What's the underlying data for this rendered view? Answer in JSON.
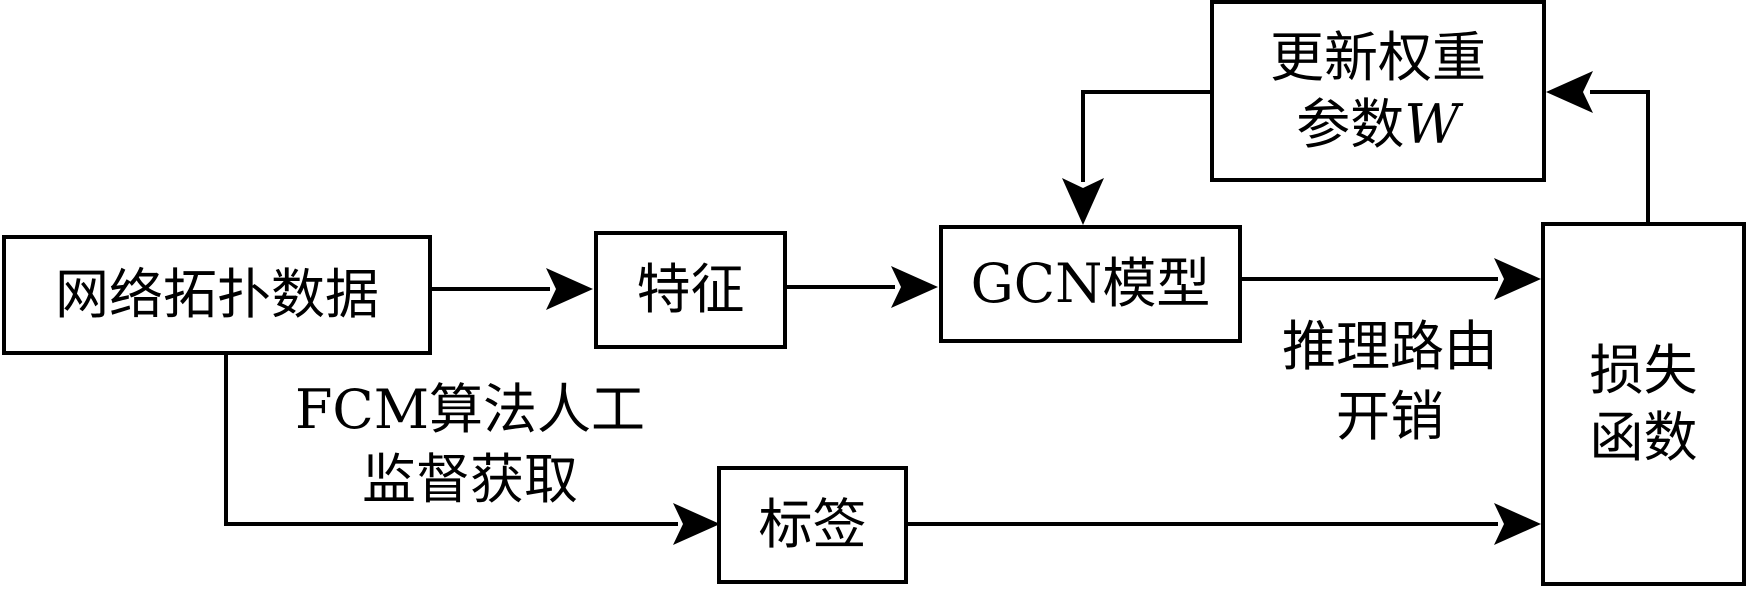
{
  "nodes": {
    "topology": "网络拓扑数据",
    "feature": "特征",
    "gcn": "GCN模型",
    "weights_line1": "更新权重",
    "weights_line2": "参数",
    "weights_symbol": "W",
    "loss_line1": "损失",
    "loss_line2": "函数",
    "label": "标签"
  },
  "edge_labels": {
    "fcm_line1": "FCM算法人工",
    "fcm_line2": "监督获取",
    "cost_line1": "推理路由",
    "cost_line2": "开销"
  },
  "colors": {
    "stroke": "#000000",
    "background": "#ffffff"
  }
}
